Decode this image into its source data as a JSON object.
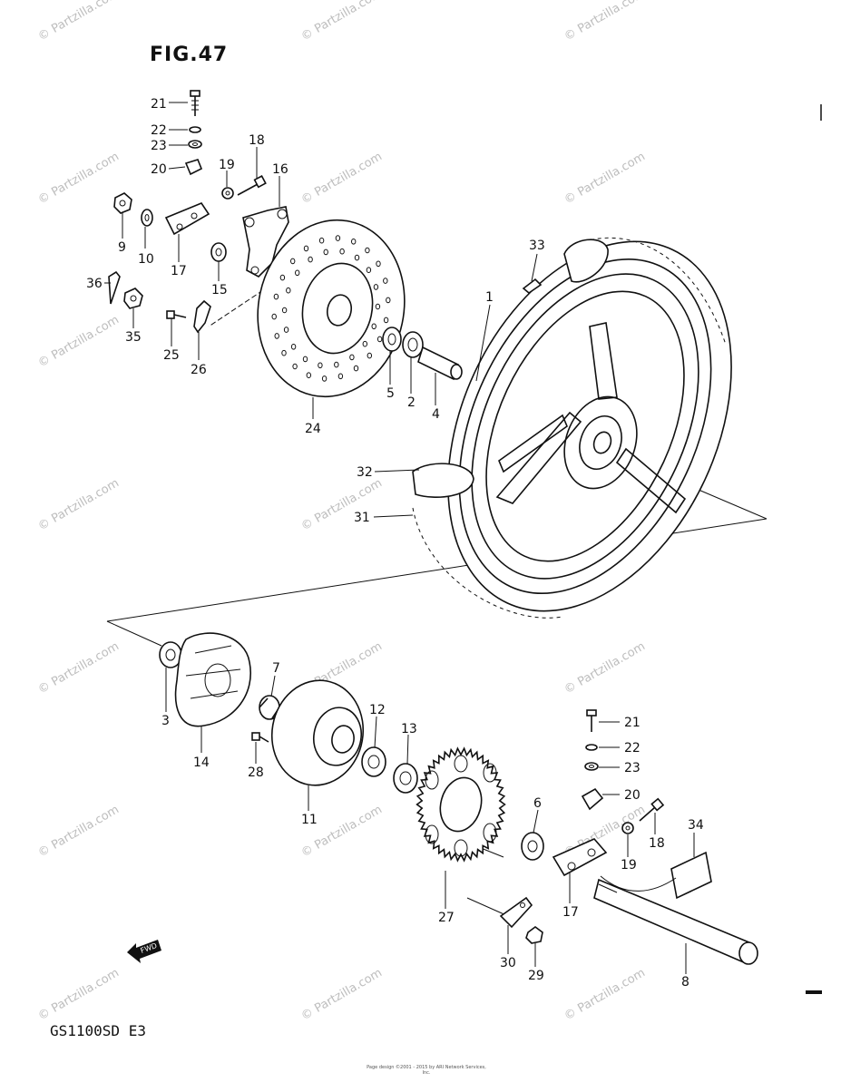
{
  "figure": {
    "title": "FIG.47",
    "model": "GS1100SD  E3"
  },
  "watermark": "© Partzilla.com",
  "fwd_label": "FWD",
  "footer_text": "Page design ©2001 - 2015 by ARI Network Services, Inc.",
  "callouts": [
    {
      "id": "c-1",
      "text": "1"
    },
    {
      "id": "c-2",
      "text": "2"
    },
    {
      "id": "c-3",
      "text": "3"
    },
    {
      "id": "c-4",
      "text": "4"
    },
    {
      "id": "c-5",
      "text": "5"
    },
    {
      "id": "c-6",
      "text": "6"
    },
    {
      "id": "c-7",
      "text": "7"
    },
    {
      "id": "c-8",
      "text": "8"
    },
    {
      "id": "c-9",
      "text": "9"
    },
    {
      "id": "c-10",
      "text": "10"
    },
    {
      "id": "c-11",
      "text": "11"
    },
    {
      "id": "c-12",
      "text": "12"
    },
    {
      "id": "c-13",
      "text": "13"
    },
    {
      "id": "c-14",
      "text": "14"
    },
    {
      "id": "c-15",
      "text": "15"
    },
    {
      "id": "c-16",
      "text": "16"
    },
    {
      "id": "c-17a",
      "text": "17"
    },
    {
      "id": "c-17b",
      "text": "17"
    },
    {
      "id": "c-18a",
      "text": "18"
    },
    {
      "id": "c-18b",
      "text": "18"
    },
    {
      "id": "c-19a",
      "text": "19"
    },
    {
      "id": "c-19b",
      "text": "19"
    },
    {
      "id": "c-20a",
      "text": "20"
    },
    {
      "id": "c-20b",
      "text": "20"
    },
    {
      "id": "c-21a",
      "text": "21"
    },
    {
      "id": "c-21b",
      "text": "21"
    },
    {
      "id": "c-22a",
      "text": "22"
    },
    {
      "id": "c-22b",
      "text": "22"
    },
    {
      "id": "c-23a",
      "text": "23"
    },
    {
      "id": "c-23b",
      "text": "23"
    },
    {
      "id": "c-24",
      "text": "24"
    },
    {
      "id": "c-25",
      "text": "25"
    },
    {
      "id": "c-26",
      "text": "26"
    },
    {
      "id": "c-27",
      "text": "27"
    },
    {
      "id": "c-28",
      "text": "28"
    },
    {
      "id": "c-29",
      "text": "29"
    },
    {
      "id": "c-30",
      "text": "30"
    },
    {
      "id": "c-31",
      "text": "31"
    },
    {
      "id": "c-32",
      "text": "32"
    },
    {
      "id": "c-33",
      "text": "33"
    },
    {
      "id": "c-34",
      "text": "34"
    },
    {
      "id": "c-35",
      "text": "35"
    },
    {
      "id": "c-36",
      "text": "36"
    }
  ]
}
